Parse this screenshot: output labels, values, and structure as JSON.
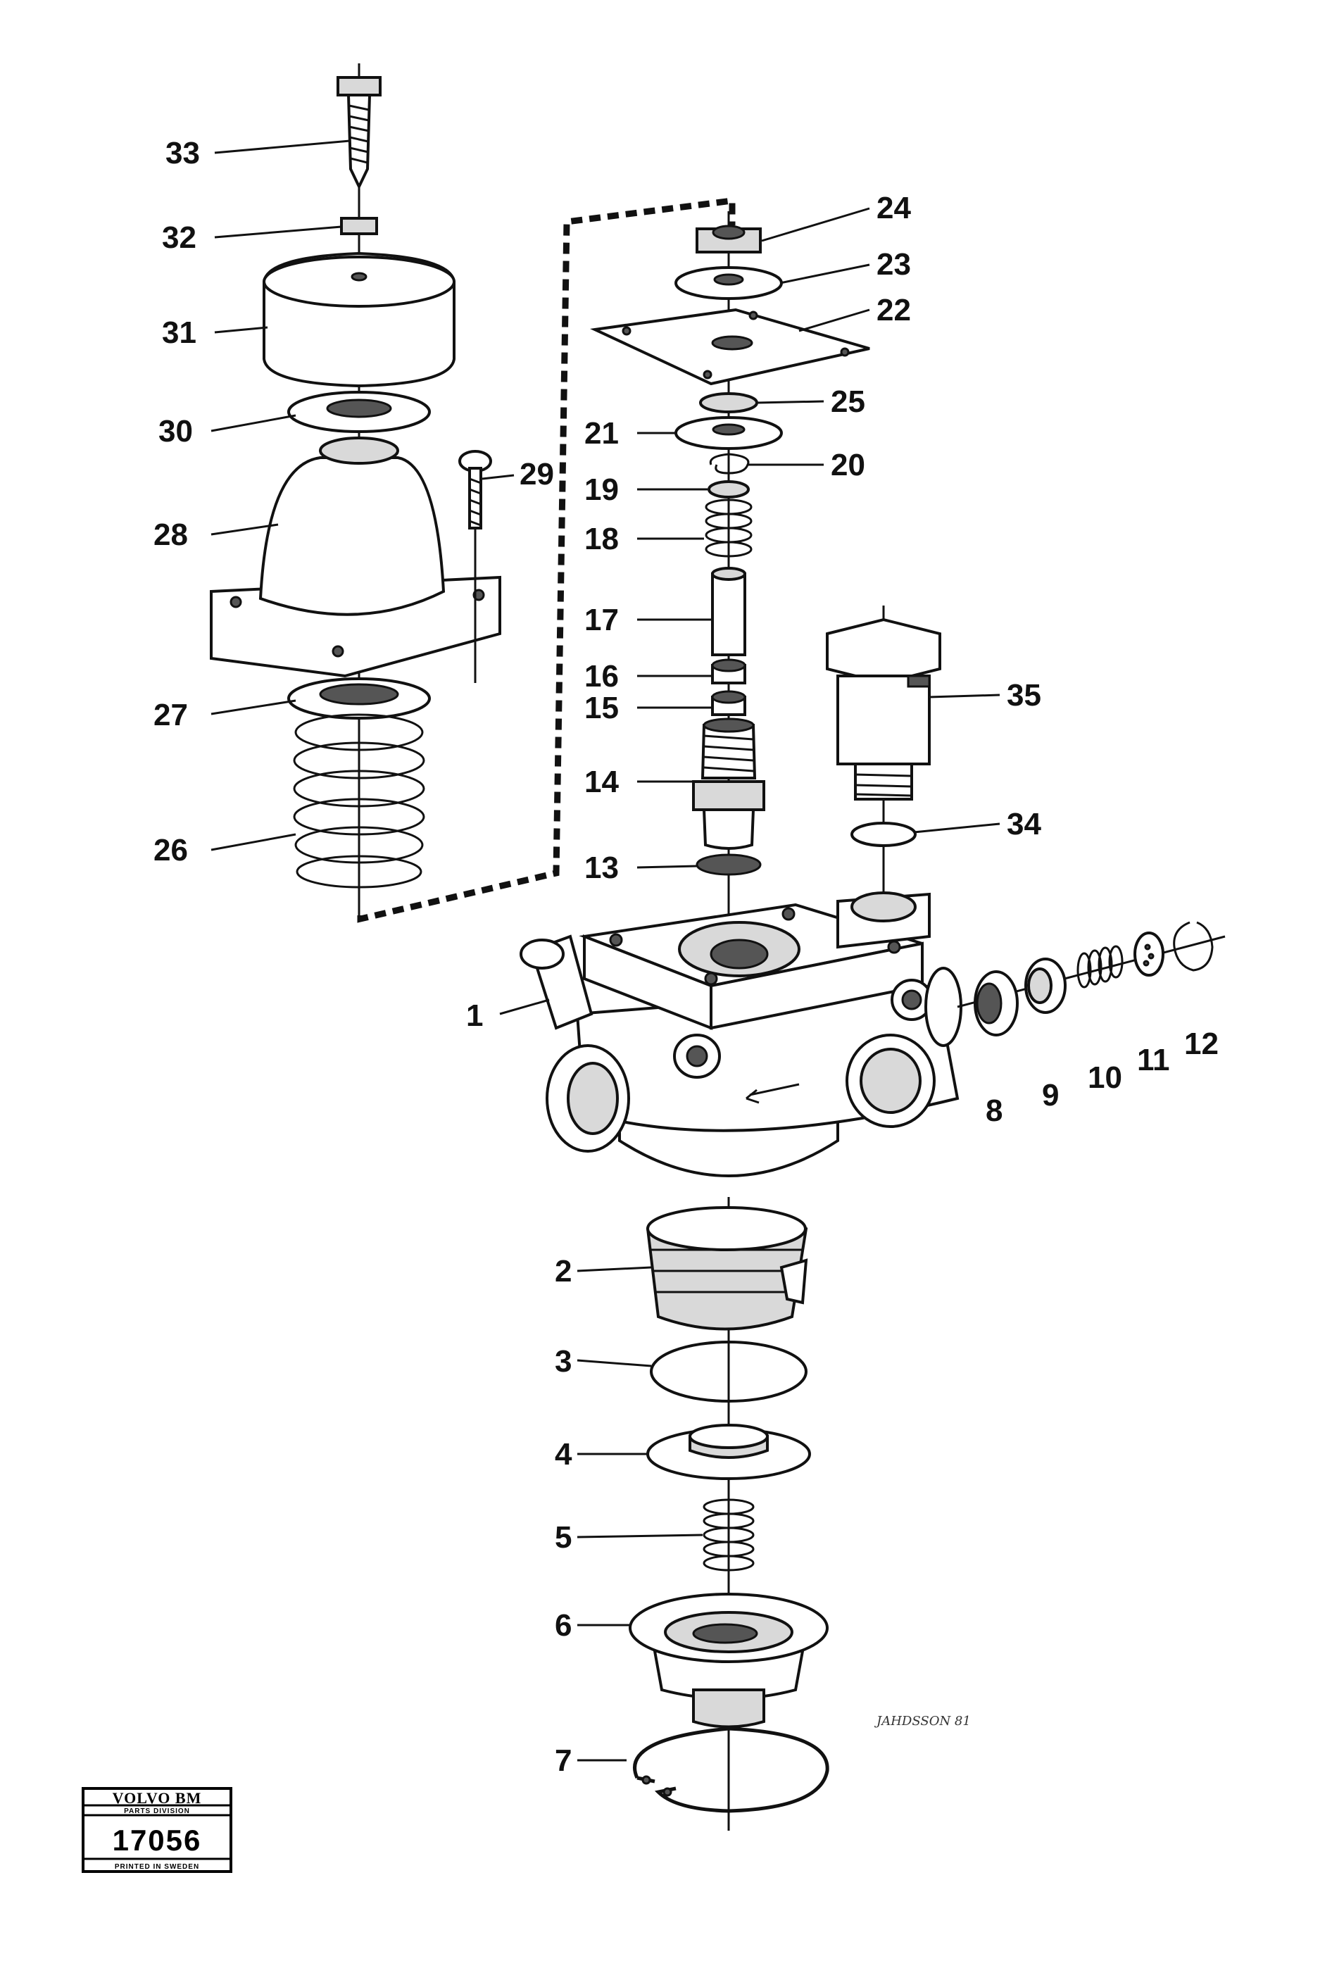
{
  "callouts": {
    "c1": "1",
    "c2": "2",
    "c3": "3",
    "c4": "4",
    "c5": "5",
    "c6": "6",
    "c7": "7",
    "c8": "8",
    "c9": "9",
    "c10": "10",
    "c11": "11",
    "c12": "12",
    "c13": "13",
    "c14": "14",
    "c15": "15",
    "c16": "16",
    "c17": "17",
    "c18": "18",
    "c19": "19",
    "c20": "20",
    "c21": "21",
    "c22": "22",
    "c23": "23",
    "c24": "24",
    "c25": "25",
    "c26": "26",
    "c27": "27",
    "c28": "28",
    "c29": "29",
    "c30": "30",
    "c31": "31",
    "c32": "32",
    "c33": "33",
    "c34": "34",
    "c35": "35"
  },
  "stamp": {
    "brand": "VOLVO BM",
    "division": "PARTS DIVISION",
    "number": "17056",
    "printed": "PRINTED IN SWEDEN"
  },
  "signature": "JAHDSSON 81"
}
